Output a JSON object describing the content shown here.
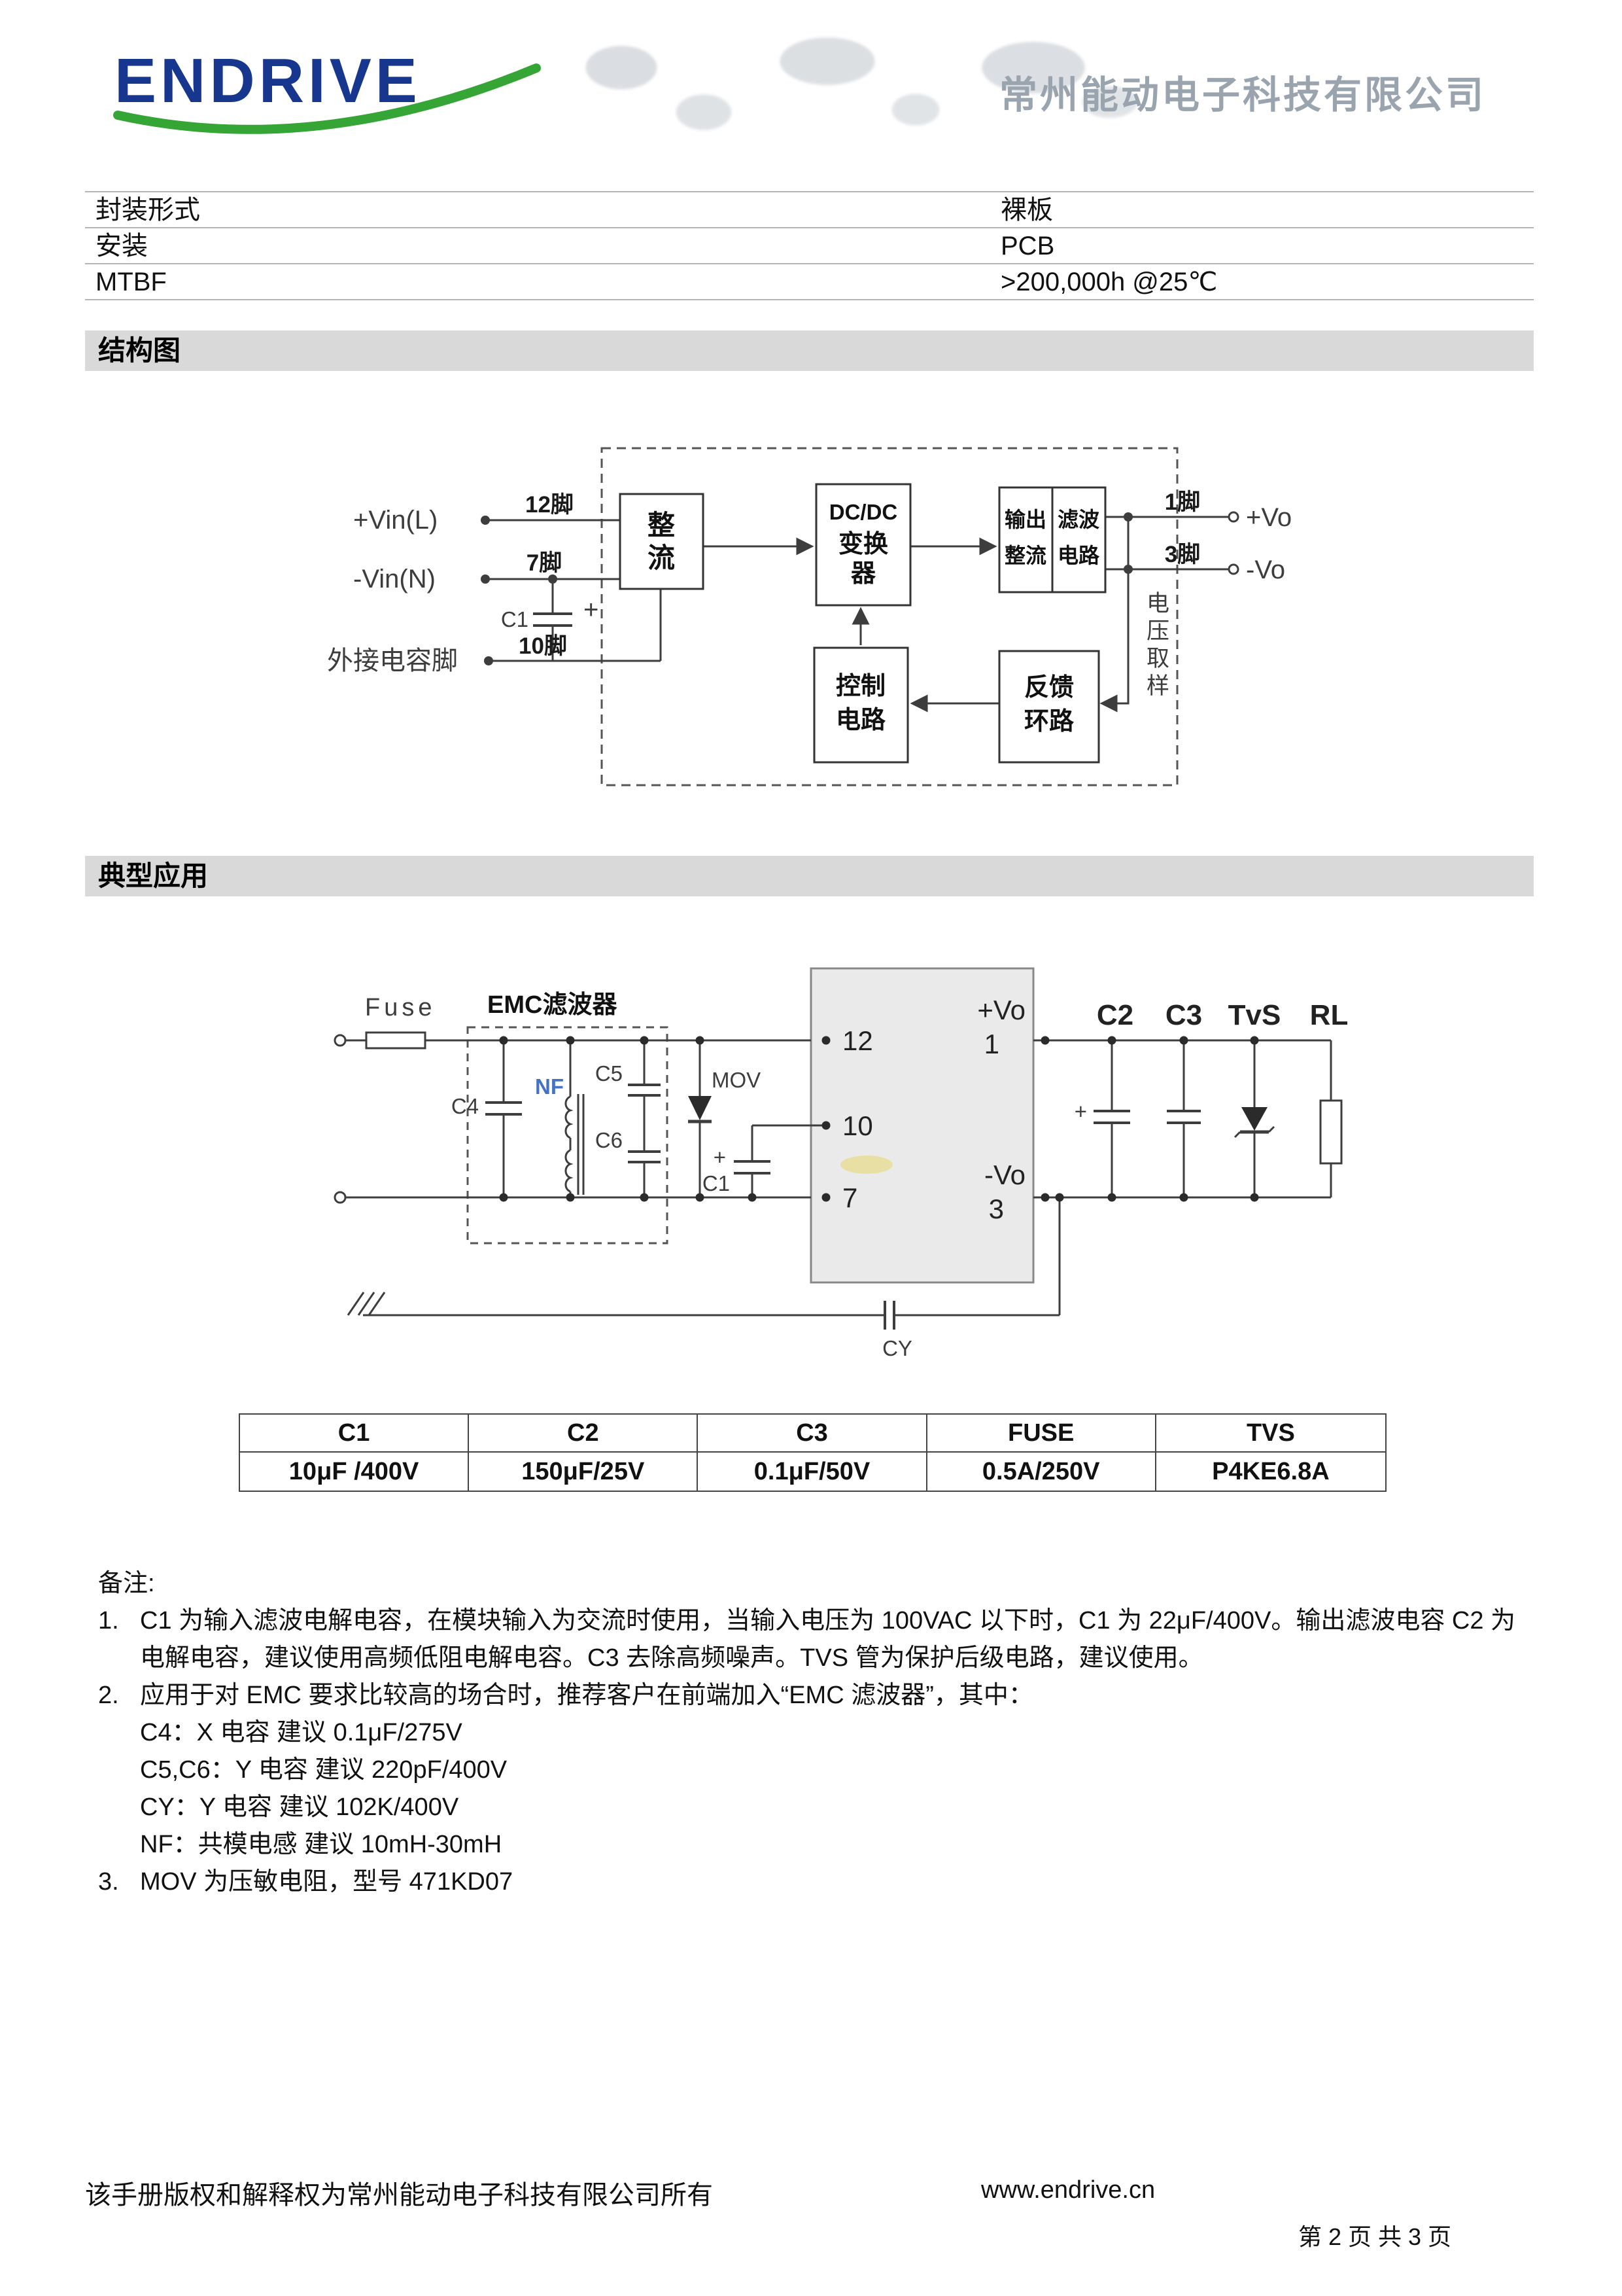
{
  "header": {
    "logo": "ENDRIVE",
    "company": "常州能动电子科技有限公司"
  },
  "specs": [
    {
      "label": "封装形式",
      "value": "裸板"
    },
    {
      "label": "安装",
      "value": "PCB"
    },
    {
      "label": "MTBF",
      "value": ">200,000h @25℃"
    }
  ],
  "sections": {
    "structure": "结构图",
    "application": "典型应用"
  },
  "block": {
    "vin_l": "+Vin(L)",
    "pin12": "12脚",
    "vin_n": "-Vin(N)",
    "pin7": "7脚",
    "c1": "C1",
    "plus": "+",
    "ext_pin": "外接电容脚",
    "pin10": "10脚",
    "rect1": "整",
    "rect2": "流",
    "dc1": "DC/DC",
    "dc2": "变换",
    "dc3": "器",
    "or1": "输出",
    "or2": "整流",
    "fl1": "滤波",
    "fl2": "电路",
    "pin1": "1脚",
    "vo_p": "+Vo",
    "pin3": "3脚",
    "vo_n": "-Vo",
    "voltage_sample": "电压取样",
    "ctl1": "控制",
    "ctl2": "电路",
    "fb1": "反馈",
    "fb2": "环路"
  },
  "app": {
    "fuse": "Fuse",
    "emc": "EMC滤波器",
    "c4": "C4",
    "nf": "NF",
    "c5": "C5",
    "c6": "C6",
    "mov": "MOV",
    "c1": "C1",
    "plus": "+",
    "p12": "12",
    "p10": "10",
    "p7": "7",
    "vo_p": "+Vo",
    "n1": "1",
    "vo_n": "-Vo",
    "n3": "3",
    "c2": "C2",
    "c3": "C3",
    "tvs": "TvS",
    "rl": "RL",
    "cy": "CY"
  },
  "comp_table": {
    "headers": [
      "C1",
      "C2",
      "C3",
      "FUSE",
      "TVS"
    ],
    "values": [
      "10μF /400V",
      "150μF/25V",
      "0.1μF/50V",
      "0.5A/250V",
      "P4KE6.8A"
    ]
  },
  "notes": {
    "title": "备注:",
    "n1_num": "1.",
    "n1": "C1 为输入滤波电解电容，在模块输入为交流时使用，当输入电压为 100VAC 以下时，C1 为 22μF/400V。输出滤波电容 C2 为电解电容，建议使用高频低阻电解电容。C3 去除高频噪声。TVS 管为保护后级电路，建议使用。",
    "n2_num": "2.",
    "n2": "应用于对 EMC 要求比较高的场合时，推荐客户在前端加入“EMC 滤波器”，其中：",
    "n2a": "C4：X 电容  建议 0.1μF/275V",
    "n2b": "C5,C6：Y 电容  建议 220pF/400V",
    "n2c": "CY：Y 电容  建议 102K/400V",
    "n2d": "NF：共模电感   建议 10mH-30mH",
    "n3_num": "3.",
    "n3": "MOV 为压敏电阻，型号 471KD07"
  },
  "footer": {
    "copyright": "该手册版权和解释权为常州能动电子科技有限公司所有",
    "url": "www.endrive.cn",
    "page": "第 2 页 共 3 页"
  }
}
